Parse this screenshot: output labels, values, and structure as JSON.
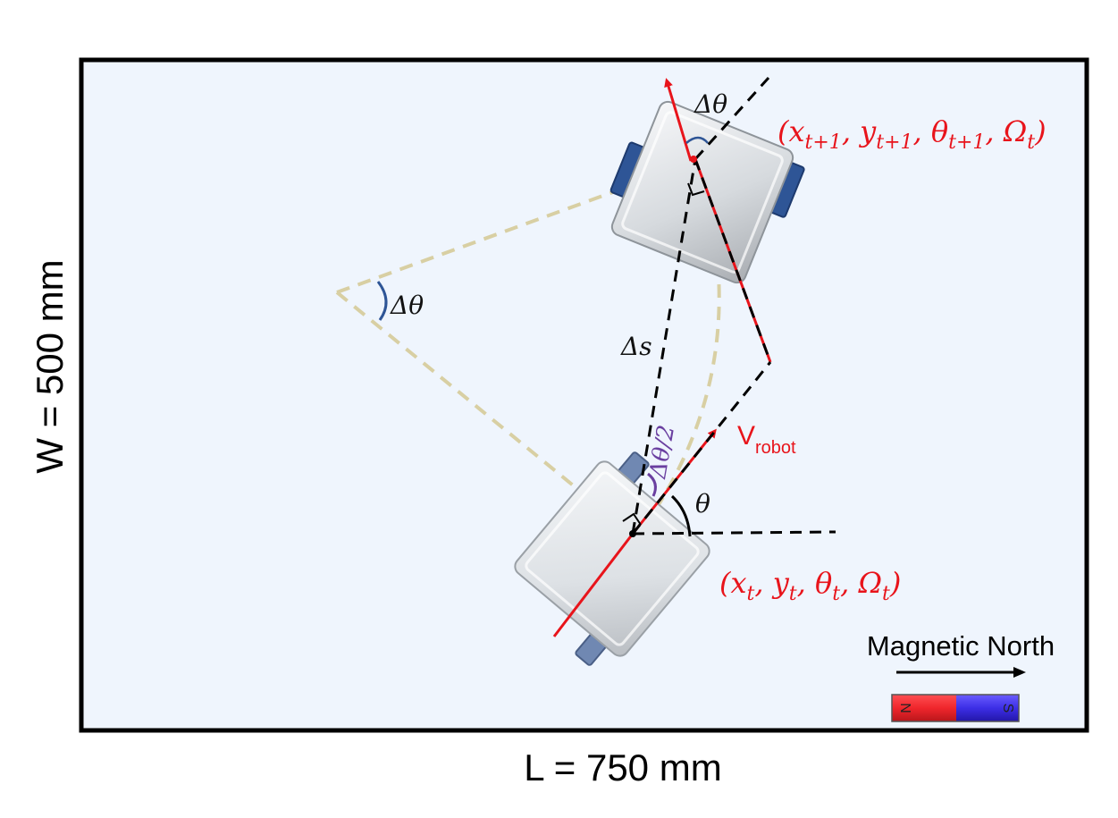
{
  "arena": {
    "width_label": "L = 750 mm",
    "height_label": "W = 500 mm",
    "background": "#eff5fd",
    "border": "#000000"
  },
  "labels": {
    "state_next": "(x_{t+1}, y_{t+1}, θ_{t+1}, Ω_t)",
    "state_current": "(x_t, y_t, θ_t, Ω_t)",
    "delta_theta_top": "Δθ",
    "delta_theta_left": "Δθ",
    "delta_s": "Δs",
    "half_delta_theta": "Δθ/2",
    "theta": "θ",
    "velocity_main": "V",
    "velocity_sub": "robot"
  },
  "legend": {
    "north_label": "Magnetic North",
    "magnet_n": "N",
    "magnet_s": "S"
  },
  "colors": {
    "red": "#e8141b",
    "arc": "#d8cfa3",
    "robot_body": "#d9dde2",
    "wheel_dark": "#2e5596",
    "wheel_light": "#7088b2",
    "purple": "#6a3fa0",
    "bracket_blue": "#2e5596",
    "magnet_red": "#f0262c",
    "magnet_blue": "#3c2ee6"
  }
}
